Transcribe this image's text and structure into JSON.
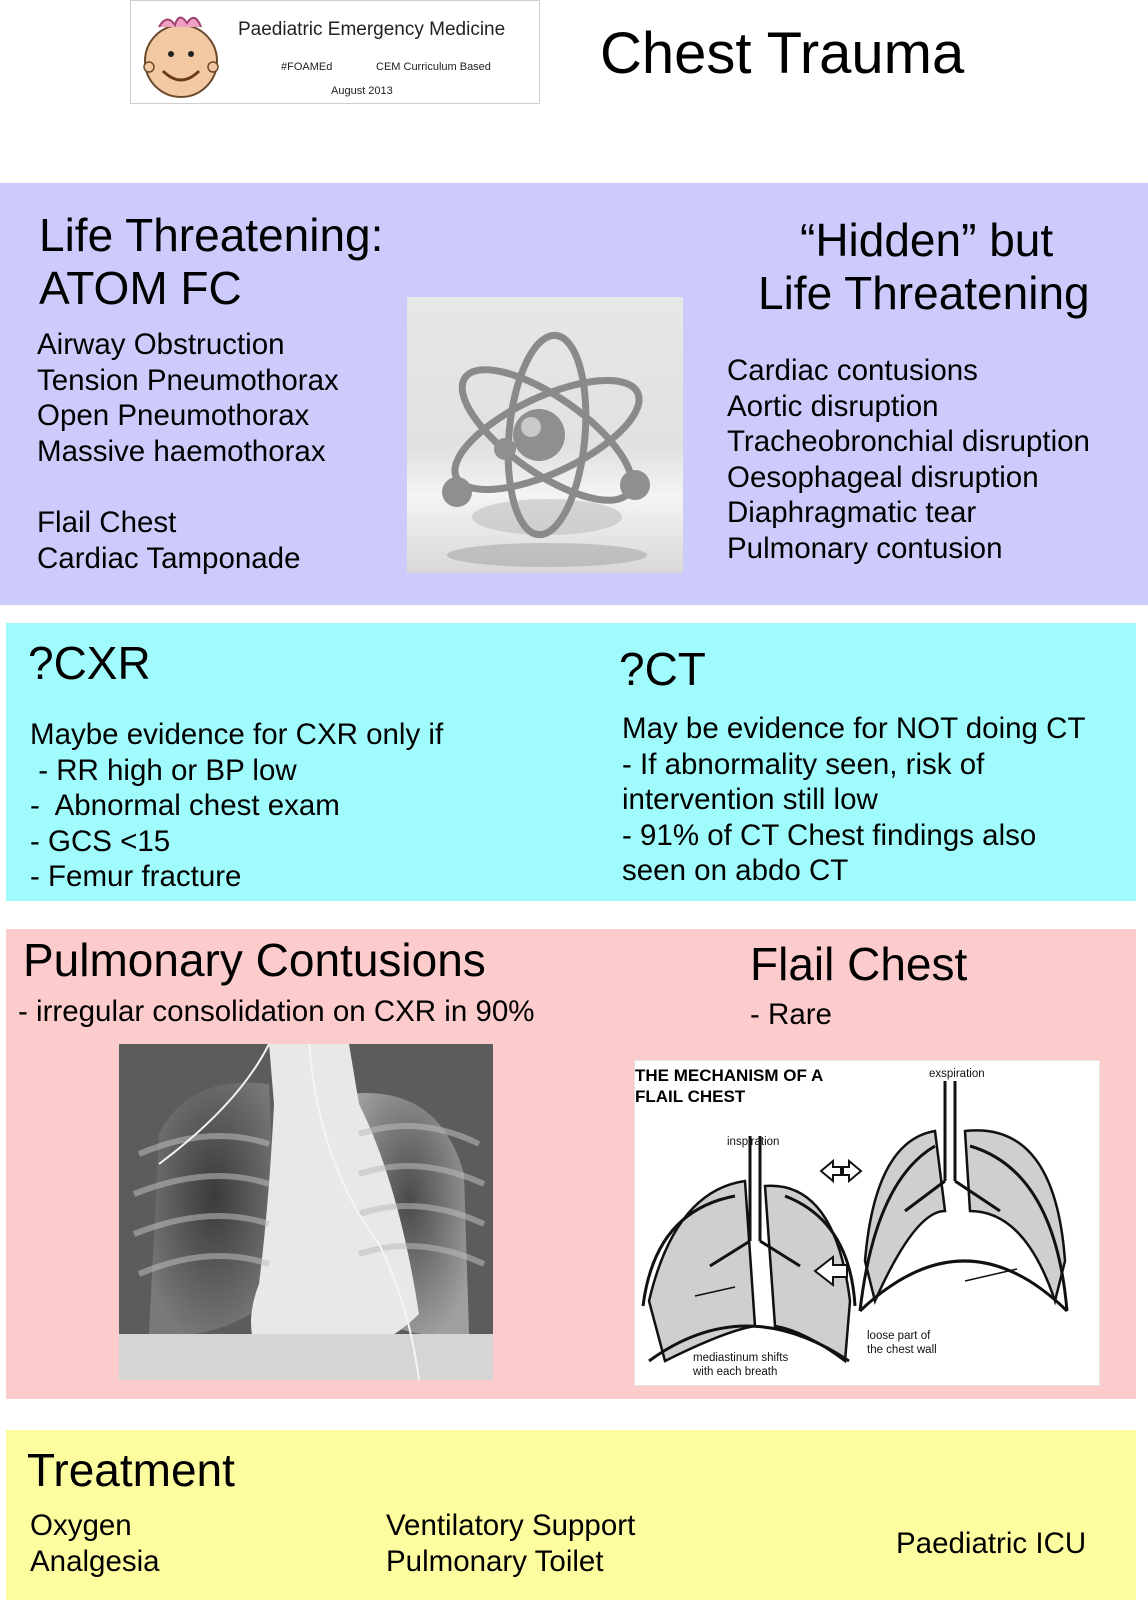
{
  "header": {
    "logo": {
      "title": "Paediatric Emergency Medicine",
      "tag1": "#FOAMEd",
      "tag2": "CEM Curriculum Based",
      "date": "August 2013"
    },
    "page_title": "Chest Trauma"
  },
  "life_threatening": {
    "heading_line1": "Life Threatening:",
    "heading_line2": "ATOM FC",
    "items": [
      "Airway Obstruction",
      "Tension Pneumothorax",
      "Open Pneumothorax",
      "Massive haemothorax"
    ],
    "items2": [
      "Flail Chest",
      "Cardiac Tamponade"
    ],
    "atom_icon": "atom-icon"
  },
  "hidden": {
    "heading_line1": "“Hidden” but",
    "heading_line2": "Life Threatening",
    "items": [
      "Cardiac contusions",
      "Aortic disruption",
      "Tracheobronchial disruption",
      "Oesophageal disruption",
      "Diaphragmatic tear",
      "Pulmonary contusion"
    ]
  },
  "cxr": {
    "heading": "?CXR",
    "lines": [
      "Maybe evidence for CXR only if",
      " - RR high or BP low",
      "-  Abnormal chest exam",
      "- GCS <15",
      "- Femur fracture"
    ]
  },
  "ct": {
    "heading": "?CT",
    "lines": [
      "May be evidence for NOT doing CT",
      "- If abnormality seen, risk of",
      "intervention still low",
      "- 91% of CT Chest findings also",
      "seen on abdo CT"
    ]
  },
  "pulmonary": {
    "heading": "Pulmonary Contusions",
    "subtitle": "- irregular consolidation on CXR in 90%"
  },
  "flail": {
    "heading": "Flail Chest",
    "subtitle": "- Rare",
    "diagram": {
      "title": "THE MECHANISM OF A\nFLAIL CHEST",
      "expiration": "exspiration",
      "inspiration": "inspiration",
      "loose": "loose part of\nthe chest wall",
      "mediastinum": "mediastinum shifts\nwith each breath"
    }
  },
  "treatment": {
    "heading": "Treatment",
    "col1": [
      "Oxygen",
      "Analgesia"
    ],
    "col2": [
      "Ventilatory Support",
      "Pulmonary Toilet"
    ],
    "col3": "Paediatric ICU"
  },
  "colors": {
    "purple_panel": "#cccbfb",
    "cyan_panel": "#9ffbfc",
    "pink_panel": "#fccbcc",
    "yellow_panel": "#fdfda0"
  }
}
